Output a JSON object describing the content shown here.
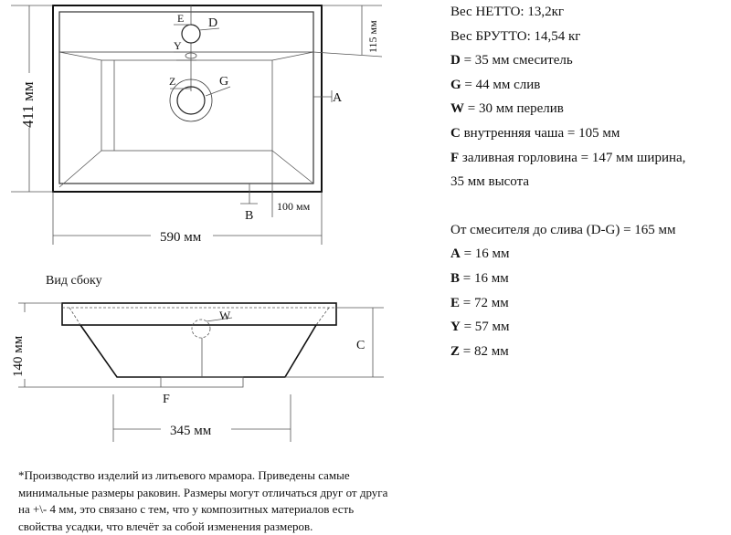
{
  "top_view": {
    "labels": {
      "E": "E",
      "D": "D",
      "Y": "Y",
      "Z": "Z",
      "G": "G",
      "A": "A",
      "B": "B"
    },
    "dim_width": "590 мм",
    "dim_depth": "411 мм",
    "dim_deck": "115 мм",
    "dim_side": "100 мм"
  },
  "side_view": {
    "title": "Вид сбоку",
    "labels": {
      "W": "W",
      "C": "C",
      "F": "F"
    },
    "dim_height": "140 мм",
    "dim_bottom": "345 мм"
  },
  "specs": {
    "net_weight": "Вес НЕТТО: 13,2кг",
    "gross_weight": "Вес БРУТТО: 14,54 кг",
    "items": [
      {
        "key": "D",
        "text": " = 35 мм смеситель"
      },
      {
        "key": "G",
        "text": " = 44 мм слив"
      },
      {
        "key": "W",
        "text": " = 30 мм перелив"
      },
      {
        "key": "C",
        "text": " внутренняя чаша = 105 мм"
      },
      {
        "key": "F",
        "text": " заливная горловина = 147 мм ширина,"
      }
    ],
    "f_cont": "35 мм высота",
    "distance": "От смесителя до слива (D-G) = 165 мм",
    "dims": [
      {
        "key": "A",
        "text": " = 16 мм"
      },
      {
        "key": "B",
        "text": " = 16 мм"
      },
      {
        "key": "E",
        "text": " = 72 мм"
      },
      {
        "key": "Y",
        "text": " = 57 мм"
      },
      {
        "key": "Z",
        "text": " = 82 мм"
      }
    ]
  },
  "footnote": [
    "*Производство изделий из литьевого мрамора. Приведены самые",
    "минимальные размеры раковин. Размеры могут отличаться друг от друга",
    "на +\\- 4 мм, это связано с тем, что у композитных материалов есть",
    "свойства усадки, что влечёт за собой изменения размеров."
  ]
}
